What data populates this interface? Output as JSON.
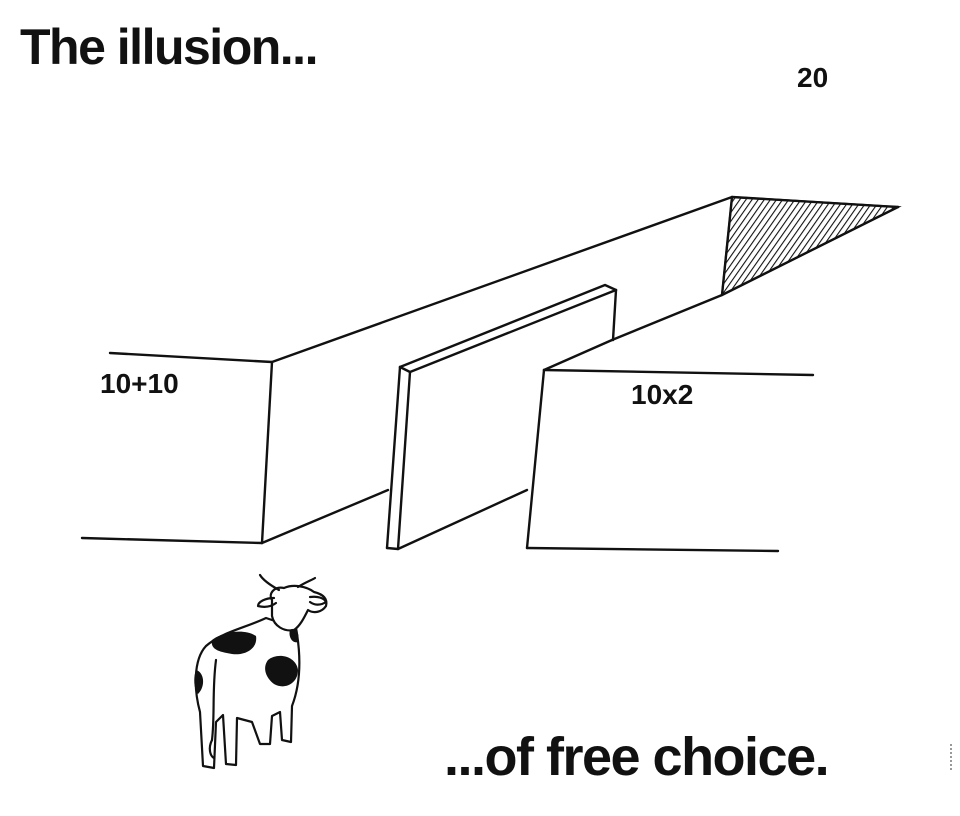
{
  "caption": {
    "top": "The illusion...",
    "bottom": "...of free choice."
  },
  "labels": {
    "goal": "20",
    "left_path": "10+10",
    "right_path": "10x2"
  },
  "colors": {
    "ink": "#111111",
    "background": "#ffffff"
  }
}
